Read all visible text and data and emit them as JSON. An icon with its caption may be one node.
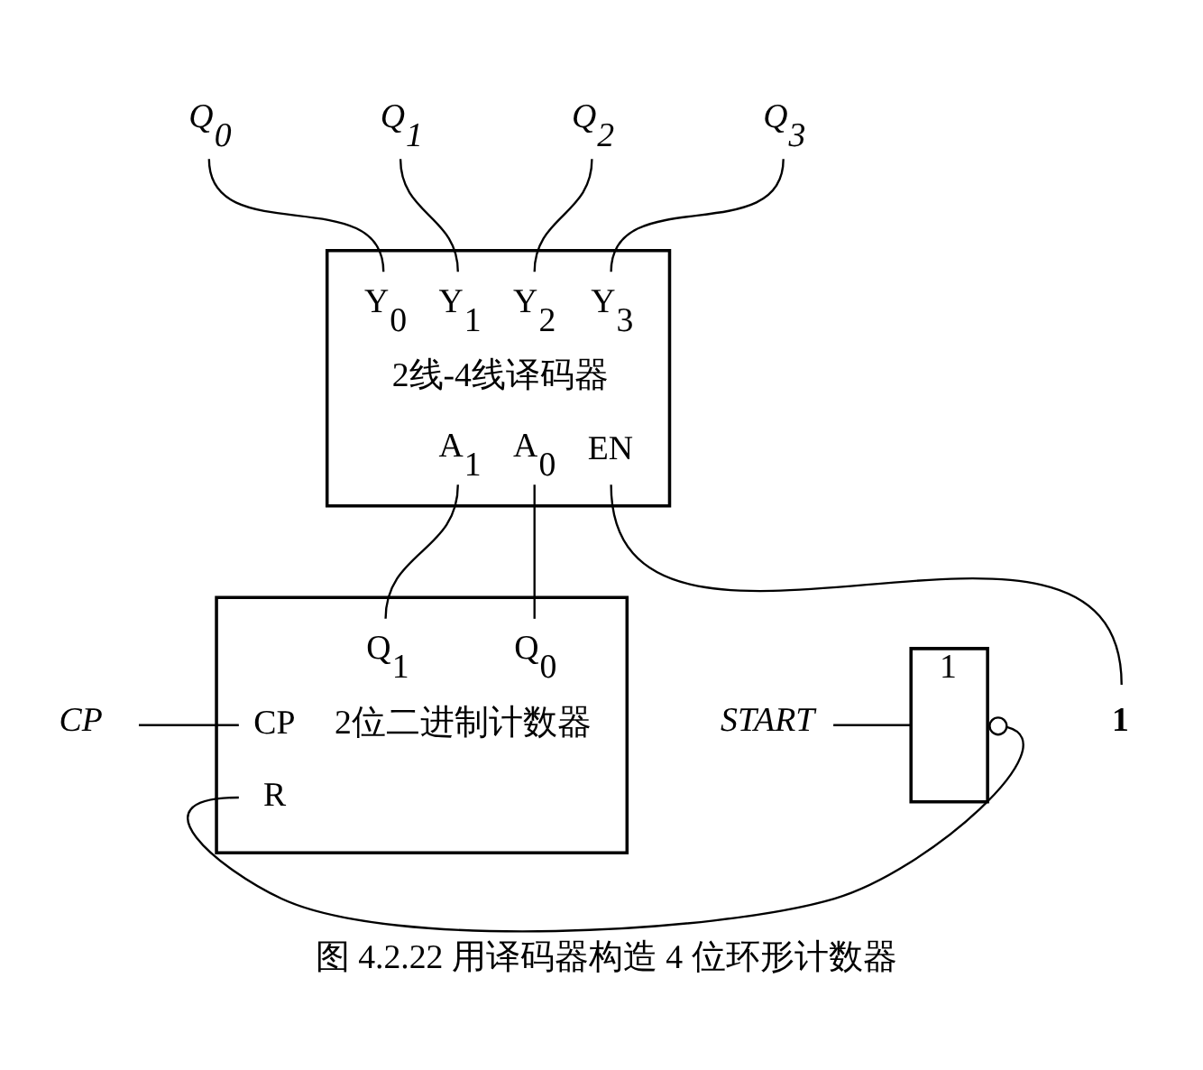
{
  "diagram": {
    "caption": "图 4.2.22 用译码器构造 4 位环形计数器",
    "nodes": [
      {
        "text": [
          "Q$_{0}$"
        ]
      },
      {
        "text": [
          "Q$_{1}$"
        ]
      },
      {
        "text": [
          "Q$_{2}$"
        ]
      },
      {
        "text": [
          "Q$_{3}$"
        ]
      },
      {
        "text": [
          "Y$_{0}$",
          "Y$_{1}$",
          "Y$_{2}$",
          "Y$_{3}$",
          "2线-4线译码器",
          "A$_{1}$",
          "A$_{0}$",
          "EN"
        ]
      },
      {
        "text": [
          "1"
        ]
      },
      {
        "text": [
          "CP"
        ]
      },
      {
        "text": [
          "1"
        ]
      },
      {
        "text": [
          "CP",
          "Q$_{1}$",
          "Q$_{0}$",
          "2位二进制计数器",
          "R"
        ]
      },
      {
        "text": [
          "START"
        ]
      }
    ],
    "edges": [
      {
        "from": 4,
        "to": 0,
        "arrow": "none"
      },
      {
        "from": 4,
        "to": 1,
        "arrow": "none"
      },
      {
        "from": 4,
        "to": 2,
        "arrow": "none"
      },
      {
        "from": 4,
        "to": 3,
        "arrow": "none"
      },
      {
        "from": 8,
        "to": 4,
        "arrow": "none"
      },
      {
        "from": 8,
        "to": 4,
        "arrow": "none"
      },
      {
        "from": 5,
        "to": 4,
        "arrow": "none"
      },
      {
        "from": 6,
        "to": 8,
        "arrow": "none"
      },
      {
        "from": 9,
        "to": 7,
        "arrow": "none"
      },
      {
        "from": 7,
        "to": 8,
        "arrow": "other"
      }
    ]
  }
}
